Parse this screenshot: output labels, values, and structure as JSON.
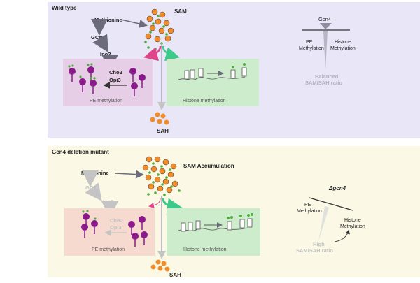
{
  "panels": {
    "wild_type": {
      "title": "Wild type",
      "bg": "#e8e6f7",
      "methionine": "Methionine",
      "sam": "SAM",
      "gcn4": "GCN4",
      "ino2": "Ino2",
      "cho2": "Cho2",
      "opi3": "Opi3",
      "pe_box": "PE methylation",
      "histone_box": "Histone methylation",
      "sah": "SAH",
      "balance_top": "Gcn4",
      "balance_left": "PE Methylation",
      "balance_right_1": "Histone",
      "balance_right_2": "Methylation",
      "ratio_1": "Balanced",
      "ratio_2": "SAM/SAH ratio"
    },
    "mutant": {
      "title": "Gcn4 deletion mutant",
      "bg": "#fbf9e6",
      "methionine": "Methionine",
      "sam": "SAM Accumulation",
      "gcn4": "GCN4",
      "ino2": "Ino2",
      "cho2": "Cho2",
      "opi3": "Opi3",
      "pe_box": "PE methylation",
      "histone_box": "Histone methylation",
      "sah": "SAH",
      "balance_top": "Δgcn4",
      "balance_left_1": "PE",
      "balance_left_2": "Methylation",
      "balance_right_1": "Histone",
      "balance_right_2": "Methylation",
      "ratio_1": "High",
      "ratio_2": "SAM/SAH ratio"
    }
  },
  "colors": {
    "sam_orange": "#f28c28",
    "methyl_green": "#4caf3a",
    "pe_purple": "#8b1a8b",
    "pe_box_bg": "#e6cfe6",
    "pe_box_bg_mutant": "#f6d9cf",
    "histone_box_bg": "#cdeccc",
    "arrow_gray": "#6b6b7b",
    "arrow_pink": "#e0458a",
    "arrow_teal": "#3cc98a",
    "faded": "#bdbdbd"
  },
  "icons": [
    "sam-molecule-icon",
    "methyl-dot-icon",
    "pe-lipid-icon",
    "nucleosome-icon",
    "balance-icon"
  ]
}
